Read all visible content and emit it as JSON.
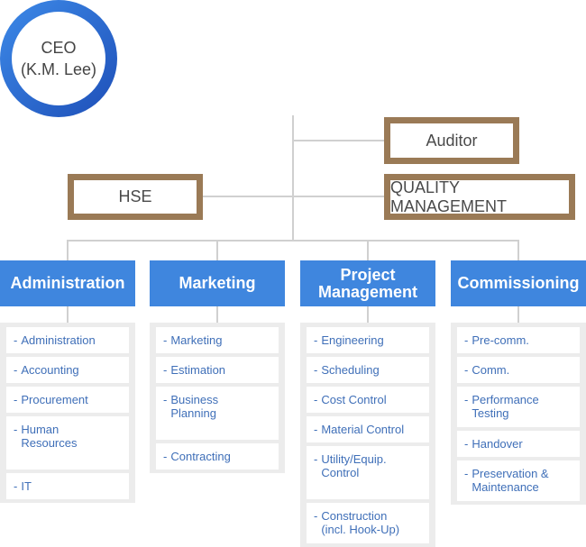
{
  "ceo": {
    "title": "CEO",
    "name": "(K.M. Lee)"
  },
  "auditor": "Auditor",
  "hse": "HSE",
  "quality": "QUALITY MANAGEMENT",
  "departments": [
    {
      "name": "Administration",
      "items": [
        "Administration",
        "Accounting",
        "Procurement",
        "Human Resources",
        "IT"
      ]
    },
    {
      "name": "Marketing",
      "items": [
        "Marketing",
        "Estimation",
        "Business Planning",
        "Contracting"
      ]
    },
    {
      "name": "Project Management",
      "items": [
        "Engineering",
        "Scheduling",
        "Cost Control",
        "Material Control",
        "Utility/Equip. Control",
        "Construction (incl. Hook-Up)"
      ]
    },
    {
      "name": "Commissioning",
      "items": [
        "Pre-comm.",
        "Comm.",
        "Performance Testing",
        "Handover",
        "Preservation & Maintenance"
      ]
    }
  ]
}
